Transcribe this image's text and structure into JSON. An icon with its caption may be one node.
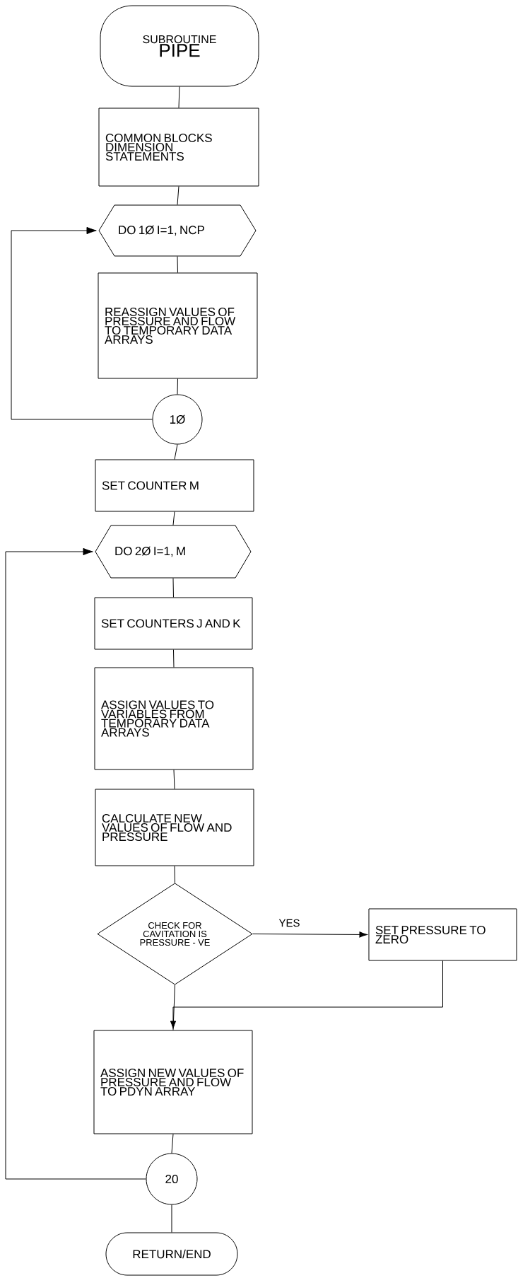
{
  "diagram": {
    "nodes": [
      {
        "text": [
          "SUBROUTINE",
          "PIPE"
        ]
      },
      {
        "text": [
          "COMMON BLOCKS DIMENSION STATEMENTS"
        ]
      },
      {
        "text": [
          "DO 1Ø I=1, NCP"
        ]
      },
      {
        "text": [
          "REASSIGN VALUES OF PRESSURE AND FLOW TO TEMPORARY DATA ARRAYS"
        ]
      },
      {
        "text": [
          "1Ø"
        ]
      },
      {
        "text": [
          "SET COUNTER M"
        ]
      },
      {
        "text": [
          "DO 2Ø I=1, M"
        ]
      },
      {
        "text": [
          "SET COUNTERS J AND K"
        ]
      },
      {
        "text": [
          "ASSIGN VALUES TO VARIABLES FROM TEMPORARY DATA ARRAYS"
        ]
      },
      {
        "text": [
          "CALCULATE NEW VALUES OF FLOW AND PRESSURE"
        ]
      },
      {
        "text": [
          "CHECK FOR CAVITATION IS PRESSURE - VE"
        ]
      },
      {
        "text": [
          "SET PRESSURE TO ZERO"
        ]
      },
      {
        "text": [
          "ASSIGN NEW VALUES OF PRESSURE AND FLOW TO PDYN ARRAY"
        ]
      },
      {
        "text": [
          "20"
        ]
      },
      {
        "text": [
          "RETURN/END"
        ]
      }
    ],
    "edges": [
      {
        "from": 0,
        "to": 1,
        "arrow": "none"
      },
      {
        "from": 1,
        "to": 2,
        "arrow": "none"
      },
      {
        "from": 2,
        "to": 3,
        "arrow": "none"
      },
      {
        "from": 3,
        "to": 4,
        "arrow": "none"
      },
      {
        "from": 4,
        "to": 2,
        "arrow": "to"
      },
      {
        "from": 4,
        "to": 5,
        "arrow": "none"
      },
      {
        "from": 5,
        "to": 6,
        "arrow": "none"
      },
      {
        "from": 6,
        "to": 7,
        "arrow": "none"
      },
      {
        "from": 7,
        "to": 8,
        "arrow": "none"
      },
      {
        "from": 8,
        "to": 9,
        "arrow": "none"
      },
      {
        "from": 9,
        "to": 10,
        "arrow": "none"
      },
      {
        "from": 10,
        "to": 11,
        "arrow": "to",
        "label": "YES"
      },
      {
        "from": 11,
        "to": 12,
        "arrow": "to"
      },
      {
        "from": 10,
        "to": 12,
        "arrow": "none"
      },
      {
        "from": 12,
        "to": 13,
        "arrow": "none"
      },
      {
        "from": 13,
        "to": 6,
        "arrow": "to"
      },
      {
        "from": 13,
        "to": 14,
        "arrow": "none"
      }
    ]
  }
}
